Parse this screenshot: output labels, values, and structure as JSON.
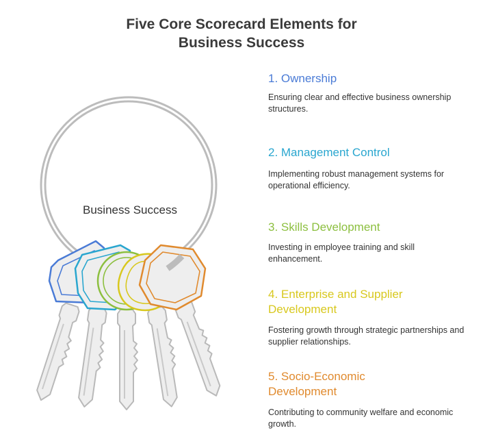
{
  "title": {
    "line1": "Five Core Scorecard Elements for",
    "line2": "Business Success"
  },
  "center_label": "Business Success",
  "colors": {
    "ownership": "#4a7bd6",
    "management": "#29a6cf",
    "skills": "#8cbf3f",
    "enterprise": "#d8c81e",
    "socio": "#e08a2e",
    "ring": "#bdbdbd",
    "key_fill": "#eeeeee",
    "key_stroke": "#b8b8b8"
  },
  "icons": [
    "key-ring",
    "key"
  ],
  "items": [
    {
      "heading": "1. Ownership",
      "desc": "Ensuring clear and effective business ownership structures."
    },
    {
      "heading": "2. Management Control",
      "desc": "Implementing robust management systems for operational efficiency."
    },
    {
      "heading": "3. Skills Development",
      "desc": "Investing in employee training and skill enhancement."
    },
    {
      "heading": "4. Enterprise and Supplier Development",
      "desc": "Fostering growth through strategic partnerships and supplier relationships."
    },
    {
      "heading": "5. Socio-Economic Development",
      "desc": "Contributing to community welfare and economic growth."
    }
  ]
}
